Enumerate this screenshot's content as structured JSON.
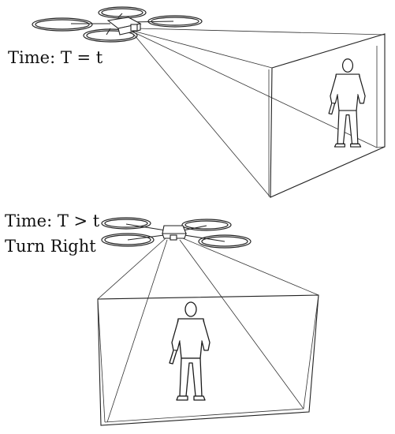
{
  "panels": [
    {
      "label_lines": [
        "Time: T = t"
      ]
    },
    {
      "label_lines": [
        "Time: T > t",
        "Turn Right"
      ]
    }
  ],
  "colors": {
    "line": "#222222",
    "background": "#ffffff"
  },
  "icons": [
    "drone-icon",
    "person-icon"
  ]
}
